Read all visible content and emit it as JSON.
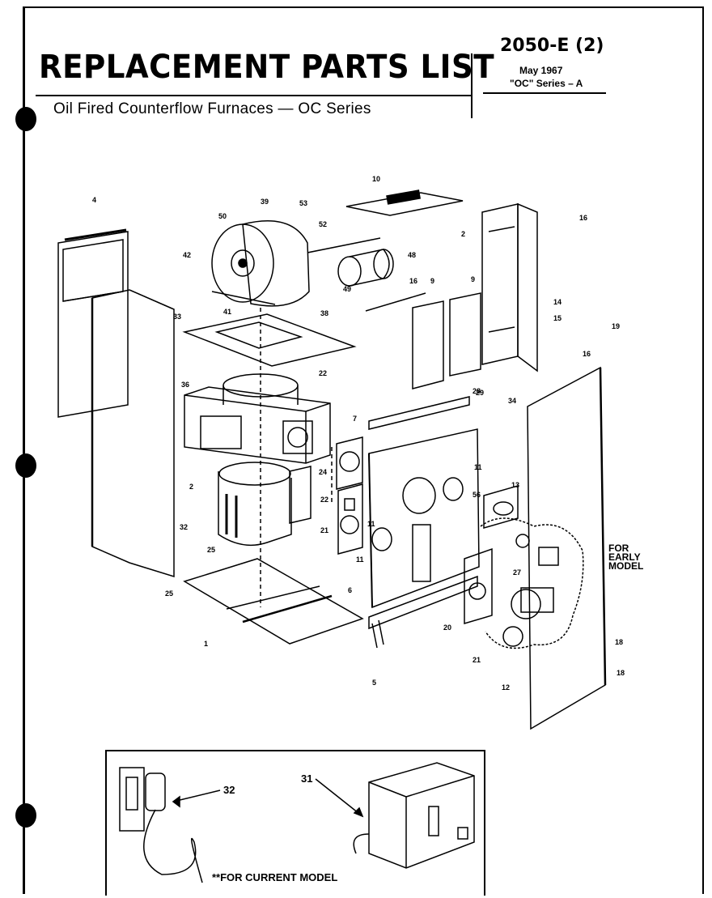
{
  "header": {
    "title": "REPLACEMENT PARTS LIST",
    "subtitle": "Oil Fired Counterflow Furnaces — OC Series",
    "doc_number": "2050-E (2)",
    "doc_date": "May 1967",
    "doc_series": "\"OC\" Series – A"
  },
  "diagram": {
    "notes": {
      "early_model": "FOR EARLY MODEL",
      "current_model": "**FOR CURRENT MODEL"
    },
    "callouts": [
      {
        "id": "c1",
        "label": "1"
      },
      {
        "id": "c2a",
        "label": "2"
      },
      {
        "id": "c2b",
        "label": "2"
      },
      {
        "id": "c4",
        "label": "4"
      },
      {
        "id": "c5",
        "label": "5"
      },
      {
        "id": "c6",
        "label": "6"
      },
      {
        "id": "c7",
        "label": "7"
      },
      {
        "id": "c9a",
        "label": "9"
      },
      {
        "id": "c9b",
        "label": "9"
      },
      {
        "id": "c10",
        "label": "10"
      },
      {
        "id": "c11a",
        "label": "11"
      },
      {
        "id": "c11b",
        "label": "11"
      },
      {
        "id": "c11c",
        "label": "11"
      },
      {
        "id": "c12",
        "label": "12"
      },
      {
        "id": "c13",
        "label": "13"
      },
      {
        "id": "c14",
        "label": "14"
      },
      {
        "id": "c15",
        "label": "15"
      },
      {
        "id": "c16a",
        "label": "16"
      },
      {
        "id": "c16b",
        "label": "16"
      },
      {
        "id": "c16c",
        "label": "16"
      },
      {
        "id": "c18a",
        "label": "18"
      },
      {
        "id": "c18b",
        "label": "18"
      },
      {
        "id": "c19",
        "label": "19"
      },
      {
        "id": "c20",
        "label": "20"
      },
      {
        "id": "c21a",
        "label": "21"
      },
      {
        "id": "c21b",
        "label": "21"
      },
      {
        "id": "c22a",
        "label": "22"
      },
      {
        "id": "c22b",
        "label": "22"
      },
      {
        "id": "c24",
        "label": "24"
      },
      {
        "id": "c25a",
        "label": "25"
      },
      {
        "id": "c25b",
        "label": "25"
      },
      {
        "id": "c27",
        "label": "27"
      },
      {
        "id": "c28",
        "label": "28"
      },
      {
        "id": "c29",
        "label": "29"
      },
      {
        "id": "c31",
        "label": "31"
      },
      {
        "id": "c32",
        "label": "32"
      },
      {
        "id": "c32b",
        "label": "32"
      },
      {
        "id": "c33",
        "label": "33"
      },
      {
        "id": "c34",
        "label": "34"
      },
      {
        "id": "c36",
        "label": "36"
      },
      {
        "id": "c38",
        "label": "38"
      },
      {
        "id": "c39",
        "label": "39"
      },
      {
        "id": "c41",
        "label": "41"
      },
      {
        "id": "c42",
        "label": "42"
      },
      {
        "id": "c48",
        "label": "48"
      },
      {
        "id": "c49",
        "label": "49"
      },
      {
        "id": "c50",
        "label": "50"
      },
      {
        "id": "c52",
        "label": "52"
      },
      {
        "id": "c53",
        "label": "53"
      },
      {
        "id": "c56",
        "label": "56"
      }
    ]
  }
}
